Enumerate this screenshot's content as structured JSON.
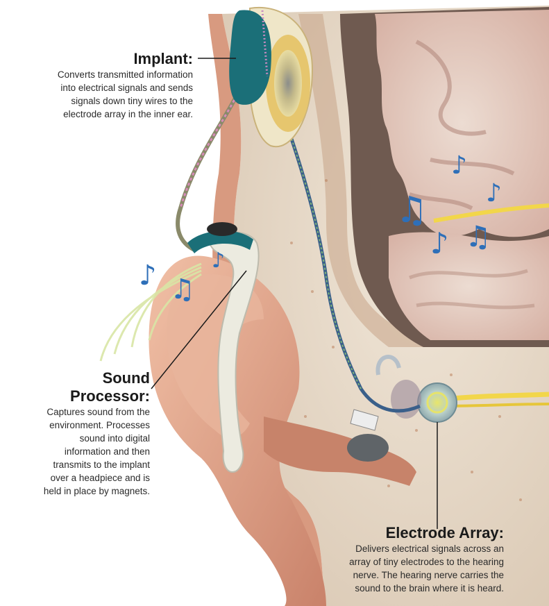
{
  "implant": {
    "title": "Implant:",
    "lines": [
      "Converts transmitted information",
      "into electrical signals and sends",
      "signals down tiny wires to the",
      "electrode array in the inner ear."
    ]
  },
  "sound_processor": {
    "title_line1": "Sound",
    "title_line2": "Processor:",
    "lines": [
      "Captures sound from the",
      "environment. Processes",
      "sound into digital",
      "information and then",
      "transmits to the implant",
      "over a headpiece and is",
      "held in place by magnets."
    ]
  },
  "electrode_array": {
    "title": "Electrode Array:",
    "lines": [
      "Delivers electrical signals across an",
      "array of tiny electrodes to the hearing",
      "nerve. The hearing nerve carries the",
      "sound to the brain where it is heard."
    ]
  },
  "colors": {
    "skin": "#e3a98c",
    "skin_dark": "#c9826a",
    "brain": "#cfa69a",
    "brain_light": "#e8d6cc",
    "skull": "#eadfcf",
    "device_teal": "#1b6f78",
    "device_white": "#ecebe0",
    "nerve": "#f2d64a",
    "note_blue": "#2e6fb8"
  }
}
